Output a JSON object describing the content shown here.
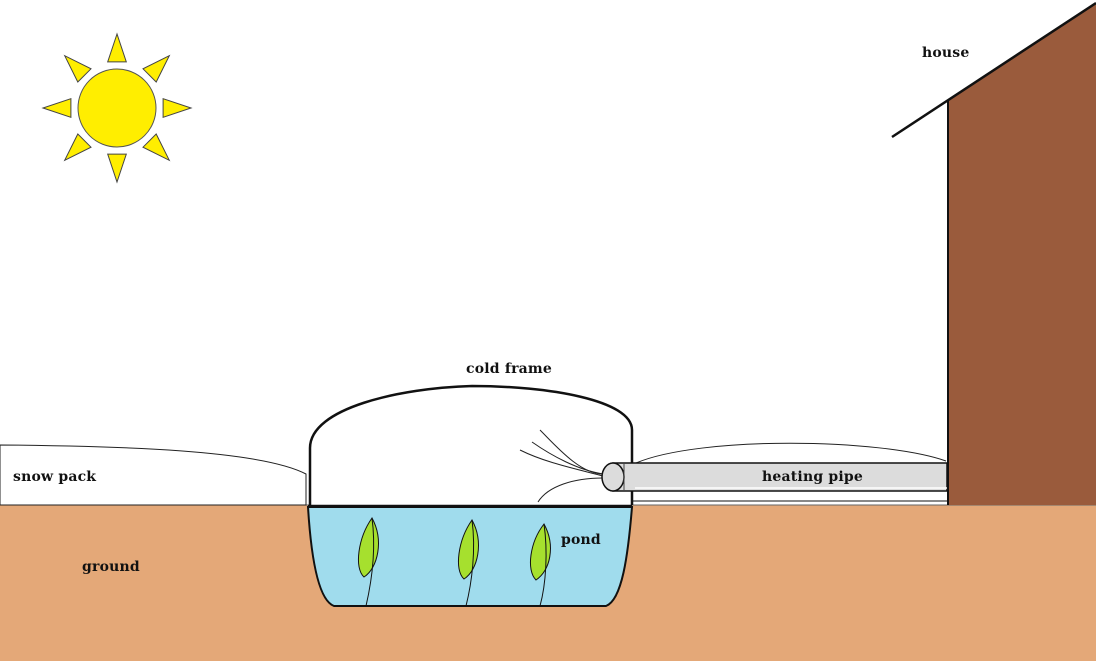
{
  "labels": {
    "house": "house",
    "cold_frame": "cold frame",
    "snow_pack": "snow pack",
    "heating_pipe": "heating pipe",
    "pond": "pond",
    "ground": "ground"
  },
  "colors": {
    "sky": "#ffffff",
    "sun": "#ffee00",
    "ground": "#e4a878",
    "house": "#9a5b3c",
    "pond": "#a0dced",
    "pipe": "#dcdcdc",
    "leaf": "#a6e02e",
    "outline": "#111111"
  },
  "icons": {
    "sun": "sun-icon",
    "leaf": "leaf-icon"
  }
}
